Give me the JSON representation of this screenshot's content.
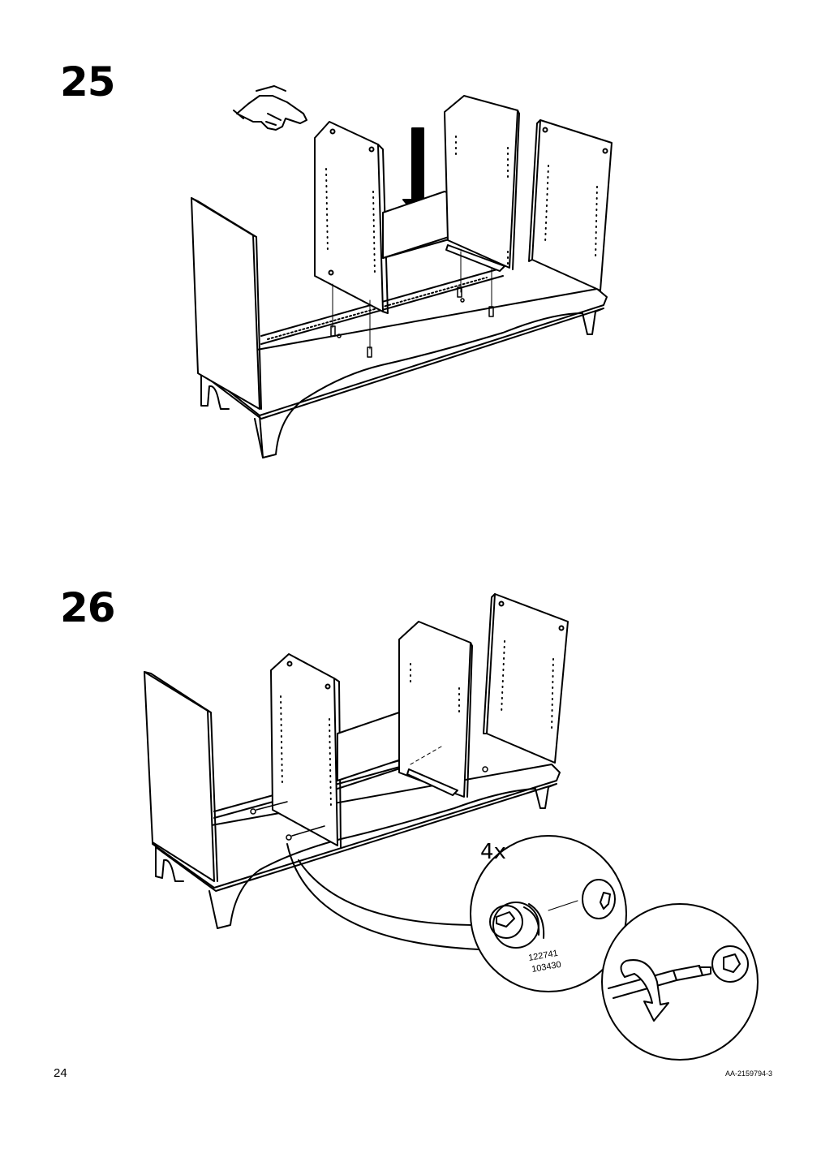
{
  "steps": [
    {
      "number": "25"
    },
    {
      "number": "26",
      "callout": {
        "quantity": "4x",
        "part_numbers": [
          "122741",
          "103430"
        ]
      }
    }
  ],
  "icons": [
    "pointing-hand-icon",
    "down-arrow-icon",
    "cam-lock-icon",
    "screwdriver-icon",
    "rotate-clockwise-arrow-icon"
  ],
  "footer": {
    "page_number": "24",
    "doc_code": "AA-2159794-3"
  }
}
